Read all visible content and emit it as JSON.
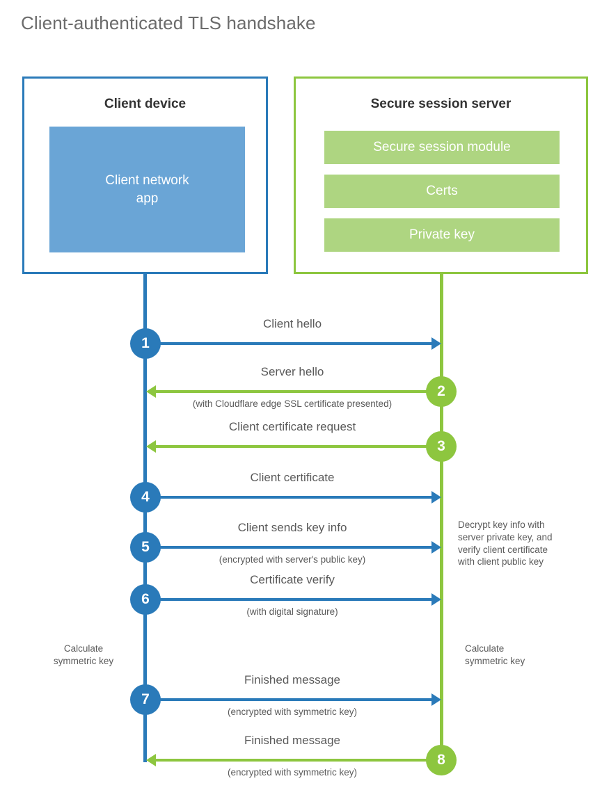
{
  "title": "Client-authenticated TLS handshake",
  "colors": {
    "blue": "#2a7ab9",
    "blue_fill": "#6aa5d6",
    "green": "#8dc63f",
    "green_fill": "#aed581",
    "text": "#5a5a5a",
    "heading": "#333333"
  },
  "client": {
    "title": "Client device",
    "app_label": "Client network\napp",
    "app_label_line1": "Client network",
    "app_label_line2": "app",
    "note_symmetric_key_line1": "Calculate",
    "note_symmetric_key_line2": "symmetric key"
  },
  "server": {
    "title": "Secure session server",
    "blocks": [
      "Secure session module",
      "Certs",
      "Private key"
    ],
    "note_decrypt_line1": "Decrypt key info with",
    "note_decrypt_line2": "server private key, and",
    "note_decrypt_line3": "verify client certificate",
    "note_decrypt_line4": "with client public key",
    "note_symmetric_key_line1": "Calculate",
    "note_symmetric_key_line2": "symmetric key"
  },
  "steps": [
    {
      "number": "1",
      "label": "Client hello",
      "sublabel": "",
      "direction": "client-to-server",
      "color": "blue"
    },
    {
      "number": "2",
      "label": "Server hello",
      "sublabel": "(with Cloudflare edge SSL certificate presented)",
      "direction": "server-to-client",
      "color": "green"
    },
    {
      "number": "3",
      "label": "Client certificate request",
      "sublabel": "",
      "direction": "server-to-client",
      "color": "green"
    },
    {
      "number": "4",
      "label": "Client certificate",
      "sublabel": "",
      "direction": "client-to-server",
      "color": "blue"
    },
    {
      "number": "5",
      "label": "Client sends key info",
      "sublabel": "(encrypted with server's public key)",
      "direction": "client-to-server",
      "color": "blue"
    },
    {
      "number": "6",
      "label": "Certificate verify",
      "sublabel": "(with digital signature)",
      "direction": "client-to-server",
      "color": "blue"
    },
    {
      "number": "7",
      "label": "Finished message",
      "sublabel": "(encrypted with symmetric key)",
      "direction": "client-to-server",
      "color": "blue"
    },
    {
      "number": "8",
      "label": "Finished message",
      "sublabel": "(encrypted with symmetric key)",
      "direction": "server-to-client",
      "color": "green"
    }
  ]
}
